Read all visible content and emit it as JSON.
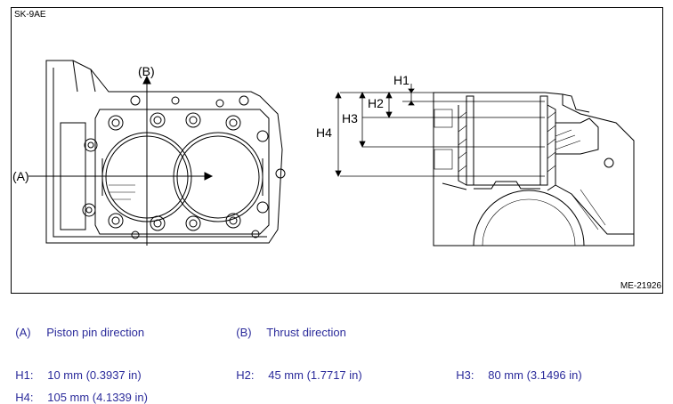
{
  "figure": {
    "code_top": "SK-9AE",
    "code_bottom": "ME-21926",
    "callouts": {
      "a": "(A)",
      "b": "(B)",
      "h1": "H1",
      "h2": "H2",
      "h3": "H3",
      "h4": "H4"
    }
  },
  "legend": {
    "a": {
      "tag": "(A)",
      "text": "Piston pin direction"
    },
    "b": {
      "tag": "(B)",
      "text": "Thrust direction"
    },
    "h1": {
      "tag": "H1:",
      "text": "10 mm (0.3937 in)"
    },
    "h2": {
      "tag": "H2:",
      "text": "45 mm (1.7717 in)"
    },
    "h3": {
      "tag": "H3:",
      "text": "80 mm (3.1496 in)"
    },
    "h4": {
      "tag": "H4:",
      "text": "105 mm (4.1339 in)"
    }
  },
  "colors": {
    "legend_text": "#2b2b9b",
    "line_art": "#000000"
  }
}
